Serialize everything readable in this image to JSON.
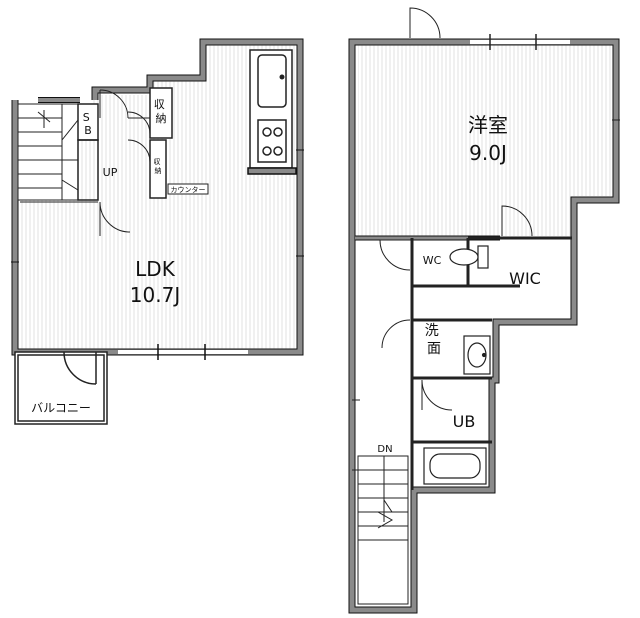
{
  "labels": {
    "ldk": "LDK",
    "ldk_size": "10.7J",
    "bedroom": "洋室",
    "bedroom_size": "9.0J",
    "shoe_box": "S\nB",
    "storage": "収\n納",
    "storage_small": "収\n納",
    "up": "UP",
    "counter": "カウンター",
    "balcony": "バルコニー",
    "wc": "WC",
    "wic": "WIC",
    "washroom": "洗\n面",
    "bath": "UB",
    "down": "DN"
  },
  "colors": {
    "wall": "#8a8a8a",
    "wall_edge": "#111111",
    "floor_hatch": "#dedede",
    "line": "#222222"
  }
}
